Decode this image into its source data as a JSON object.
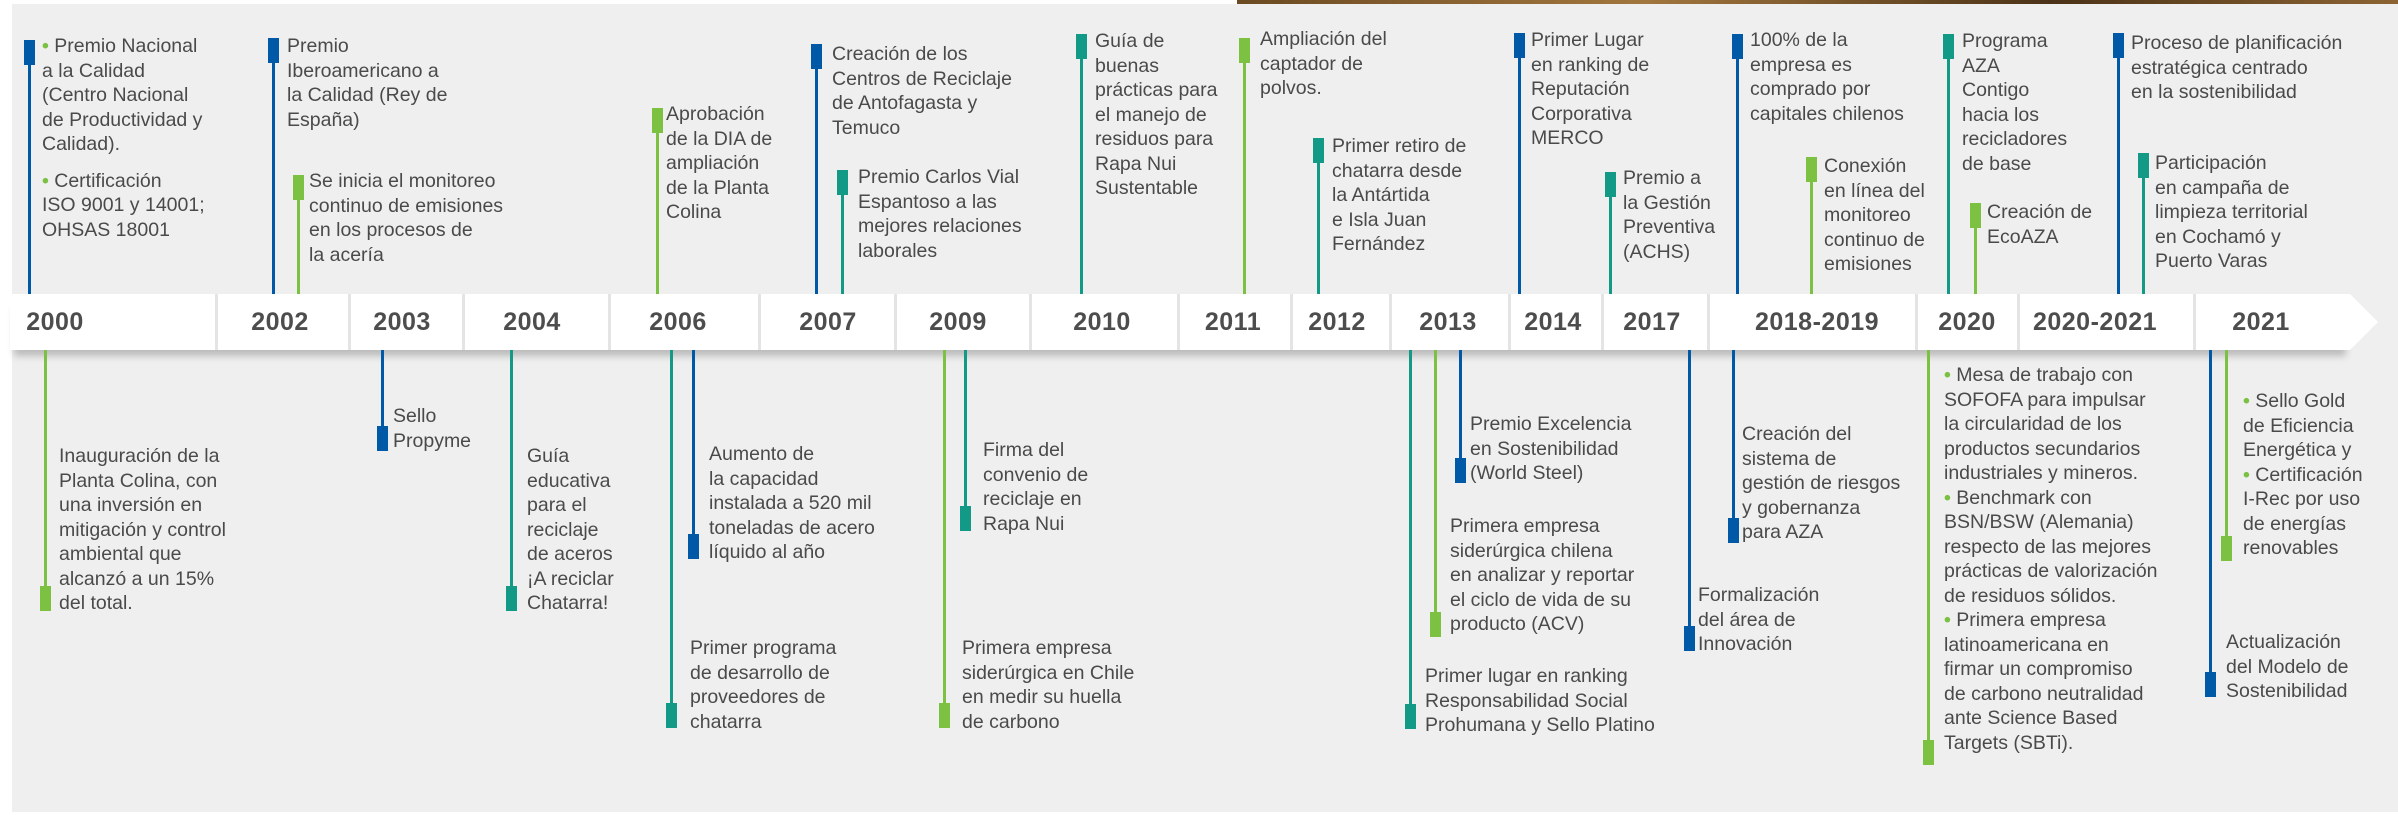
{
  "colors": {
    "dark_blue": "#0059a6",
    "teal": "#139a86",
    "light_green": "#7cc142",
    "axis_text": "#4d4d4d",
    "body_text": "#4a4a4a",
    "panel_bg": "#efefef"
  },
  "years": [
    "2000",
    "2002",
    "2003",
    "2004",
    "2006",
    "2007",
    "2009",
    "2010",
    "2011",
    "2012",
    "2013",
    "2014",
    "2017",
    "2018-2019",
    "2020",
    "2020-2021",
    "2021"
  ],
  "milestones": [
    {
      "id": "m2000a",
      "marker_color": "#0059a6",
      "lines": [
        "• Premio Nacional",
        "a la Calidad",
        "(Centro Nacional",
        "de Productividad y",
        "Calidad).",
        "",
        "• Certificación",
        "ISO 9001 y 14001;",
        "OHSAS 18001"
      ]
    },
    {
      "id": "m2002a",
      "marker_color": "#0059a6",
      "lines": [
        "Premio",
        "Iberoamericano a",
        "la Calidad (Rey de",
        "España)"
      ]
    },
    {
      "id": "m2002b",
      "marker_color": "#7cc142",
      "lines": [
        "Se inicia el monitoreo",
        "continuo de emisiones",
        "en los procesos de",
        "la acería"
      ]
    },
    {
      "id": "m2006a",
      "marker_color": "#7cc142",
      "lines": [
        "Aprobación",
        "de la DIA de",
        "ampliación",
        "de la Planta",
        "Colina"
      ]
    },
    {
      "id": "m2007a",
      "marker_color": "#0059a6",
      "lines": [
        "Creación de los",
        "Centros de Reciclaje",
        "de Antofagasta y",
        "Temuco"
      ]
    },
    {
      "id": "m2007b",
      "marker_color": "#139a86",
      "lines": [
        "Premio Carlos Vial",
        "Espantoso a las",
        "mejores relaciones",
        "laborales"
      ]
    },
    {
      "id": "m2010a",
      "marker_color": "#139a86",
      "lines": [
        "Guía de",
        "buenas",
        "prácticas para",
        "el manejo de",
        "residuos para",
        "Rapa Nui",
        "Sustentable"
      ]
    },
    {
      "id": "m2011a",
      "marker_color": "#7cc142",
      "lines": [
        "Ampliación del",
        "captador de",
        "polvos."
      ]
    },
    {
      "id": "m2012a",
      "marker_color": "#139a86",
      "lines": [
        "Primer retiro de",
        "chatarra desde",
        "la Antártida",
        "e Isla Juan",
        "Fernández"
      ]
    },
    {
      "id": "m2014a",
      "marker_color": "#0059a6",
      "lines": [
        "Primer Lugar",
        "en ranking de",
        "Reputación",
        "Corporativa",
        "MERCO"
      ]
    },
    {
      "id": "m2017a",
      "marker_color": "#139a86",
      "lines": [
        "Premio a",
        "la Gestión",
        "Preventiva",
        "(ACHS)"
      ]
    },
    {
      "id": "m2018a",
      "marker_color": "#0059a6",
      "lines": [
        "100% de la",
        "empresa es",
        "comprado por",
        "capitales chilenos"
      ]
    },
    {
      "id": "m2018b",
      "marker_color": "#7cc142",
      "lines": [
        "Conexión",
        "en línea del",
        "monitoreo",
        "continuo de",
        "emisiones"
      ]
    },
    {
      "id": "m2020a",
      "marker_color": "#139a86",
      "lines": [
        "Programa",
        "AZA",
        "Contigo",
        "hacia los",
        "recicladores",
        "de base"
      ]
    },
    {
      "id": "m2020b",
      "marker_color": "#7cc142",
      "lines": [
        "Creación de",
        "EcoAZA"
      ]
    },
    {
      "id": "m2021a",
      "marker_color": "#0059a6",
      "lines": [
        "Proceso de planificación",
        "estratégica centrado",
        "en la sostenibilidad"
      ]
    },
    {
      "id": "m2021b",
      "marker_color": "#139a86",
      "lines": [
        "Participación",
        "en campaña de",
        "limpieza territorial",
        "en Cochamó y",
        "Puerto Varas"
      ]
    },
    {
      "id": "b2000",
      "marker_color": "#7cc142",
      "lines": [
        "Inauguración de la",
        "Planta Colina, con",
        "una inversión en",
        "mitigación y control",
        "ambiental que",
        "alcanzó a un 15%",
        "del total."
      ]
    },
    {
      "id": "b2003",
      "marker_color": "#0059a6",
      "lines": [
        "Sello",
        "Propyme"
      ]
    },
    {
      "id": "b2004",
      "marker_color": "#139a86",
      "lines": [
        "Guía",
        "educativa",
        "para el",
        "reciclaje",
        "de aceros",
        "¡A reciclar",
        "Chatarra!"
      ]
    },
    {
      "id": "b2006a",
      "marker_color": "#0059a6",
      "lines": [
        "Aumento de",
        "la capacidad",
        "instalada a 520 mil",
        "toneladas de acero",
        "líquido al año"
      ]
    },
    {
      "id": "b2006b",
      "marker_color": "#139a86",
      "lines": [
        "Primer programa",
        "de desarrollo de",
        "proveedores de",
        "chatarra"
      ]
    },
    {
      "id": "b2009a",
      "marker_color": "#139a86",
      "lines": [
        "Firma del",
        "convenio de",
        "reciclaje en",
        "Rapa Nui"
      ]
    },
    {
      "id": "b2009b",
      "marker_color": "#7cc142",
      "lines": [
        "Primera empresa",
        "siderúrgica en Chile",
        "en medir su huella",
        "de carbono"
      ]
    },
    {
      "id": "b2013a",
      "marker_color": "#0059a6",
      "lines": [
        "Premio Excelencia",
        "en Sostenibilidad",
        "(World Steel)"
      ]
    },
    {
      "id": "b2013b",
      "marker_color": "#7cc142",
      "lines": [
        "Primera empresa",
        "siderúrgica chilena",
        "en analizar y reportar",
        "el ciclo de vida de su",
        "producto (ACV)"
      ]
    },
    {
      "id": "b2013c",
      "marker_color": "#139a86",
      "lines": [
        "Primer lugar en ranking",
        "Responsabilidad Social",
        "Prohumana y Sello Platino"
      ]
    },
    {
      "id": "b2018a",
      "marker_color": "#0059a6",
      "lines": [
        "Creación del",
        "sistema de",
        "gestión de riesgos",
        "y gobernanza",
        "para AZA"
      ]
    },
    {
      "id": "b2017a",
      "marker_color": "#0059a6",
      "lines": [
        "Formalización",
        "del área de",
        "Innovación"
      ]
    },
    {
      "id": "b2020a",
      "marker_color": "#7cc142",
      "lines": [
        "• Mesa de trabajo con",
        "SOFOFA para impulsar",
        "la circularidad de  los",
        "productos secundarios",
        "industriales y mineros.",
        "• Benchmark con",
        "BSN/BSW (Alemania)",
        "respecto de las mejores",
        "prácticas de valorización",
        "de residuos sólidos.",
        "• Primera empresa",
        "latinoamericana en",
        "firmar un compromiso",
        "de carbono neutralidad",
        "ante Science Based",
        "Targets (SBTi)."
      ]
    },
    {
      "id": "b2021a",
      "marker_color": "#7cc142",
      "lines": [
        "• Sello Gold",
        "de Eficiencia",
        "Energética y",
        "• Certificación",
        "I-Rec por uso",
        "de energías",
        "renovables"
      ]
    },
    {
      "id": "b2021b",
      "marker_color": "#0059a6",
      "lines": [
        "Actualización",
        "del Modelo de",
        "Sostenibilidad"
      ]
    }
  ]
}
